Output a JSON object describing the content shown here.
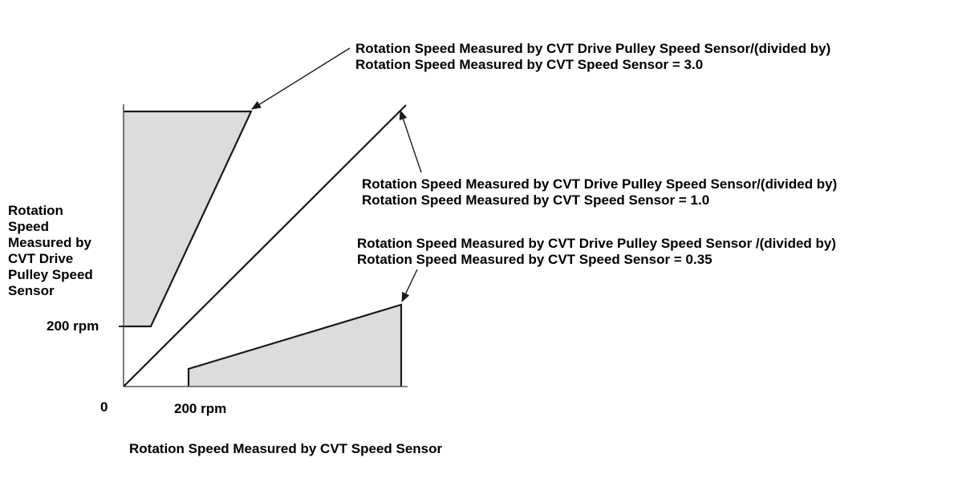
{
  "axes": {
    "y_label_lines": [
      "Rotation",
      "Speed",
      "Measured by",
      "CVT Drive",
      "Pulley Speed",
      "Sensor"
    ],
    "x_label": "Rotation Speed Measured by CVT Speed Sensor",
    "origin": "0",
    "y_tick": "200 rpm",
    "x_tick": "200 rpm"
  },
  "annotations": {
    "upper": {
      "line1": "Rotation Speed Measured by CVT Drive Pulley Speed Sensor/(divided by)",
      "line2": "Rotation Speed Measured by CVT Speed Sensor = 3.0"
    },
    "middle": {
      "line1": "Rotation Speed Measured by CVT Drive Pulley Speed Sensor/(divided by)",
      "line2": "Rotation Speed Measured by CVT Speed Sensor = 1.0"
    },
    "lower": {
      "line1": "Rotation Speed Measured by CVT Drive Pulley Speed Sensor /(divided by)",
      "line2": "Rotation Speed Measured by CVT Speed Sensor = 0.35"
    }
  },
  "colors": {
    "region_fill": "#dcdcdc",
    "line": "#1a1a1a",
    "axis": "#555555"
  }
}
